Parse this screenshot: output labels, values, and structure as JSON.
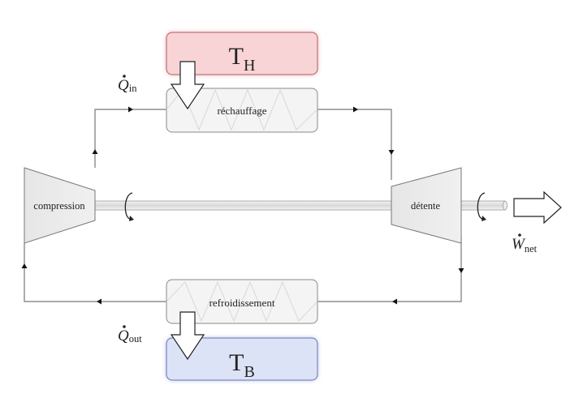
{
  "diagram": {
    "hot_reservoir": {
      "symbol": "T",
      "subscript": "H",
      "color": "#f9d4d6",
      "glow": "#e06068"
    },
    "cold_reservoir": {
      "symbol": "T",
      "subscript": "B",
      "color": "#dde3f7",
      "glow": "#7080e0"
    },
    "heater_label": "réchauffage",
    "cooler_label": "refroidissement",
    "compressor_label": "compression",
    "turbine_label": "détente",
    "heat_in": {
      "symbol": "Q",
      "subscript": "in"
    },
    "heat_out": {
      "symbol": "Q",
      "subscript": "out"
    },
    "work_net": {
      "symbol": "W",
      "subscript": "net"
    }
  }
}
